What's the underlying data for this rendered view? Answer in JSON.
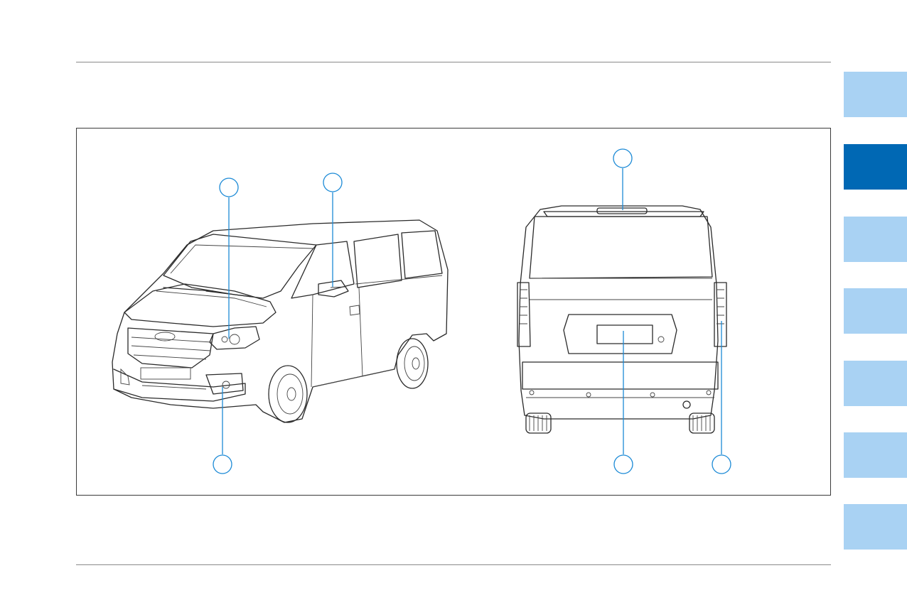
{
  "page": {
    "background": "#ffffff"
  },
  "side_tabs": {
    "inactive_color": "#a9d2f3",
    "active_color": "#0068b4",
    "count": 7,
    "active_index": 1
  },
  "figure": {
    "callout_color": "#1c8ad6",
    "callouts_front_view": [
      "headlamp-callout",
      "side-mirror-turn-signal-callout",
      "front-fog-lamp-callout"
    ],
    "callouts_rear_view": [
      "high-mounted-stop-lamp-callout",
      "license-plate-lamp-callout",
      "rear-combination-lamp-callout"
    ]
  }
}
